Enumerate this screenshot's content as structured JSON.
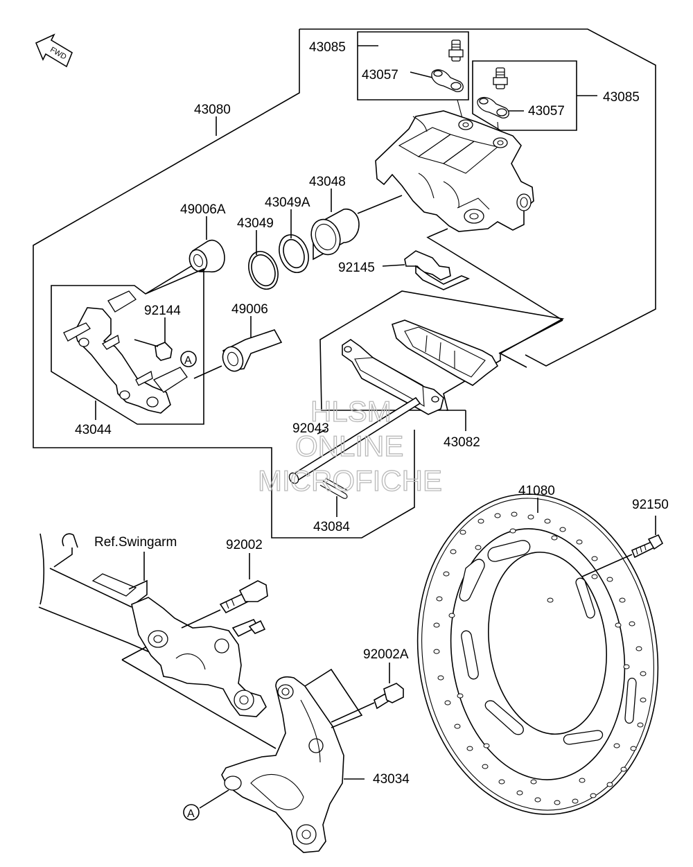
{
  "fwd_label": "FWD",
  "watermark": {
    "line1": "HLSM",
    "line2": "ONLINE",
    "line3": "MICROFICHE"
  },
  "ref_label": "Ref.Swingarm",
  "callout": "A",
  "parts": {
    "p43085_top": "43085",
    "p43057_top": "43057",
    "p43085_right": "43085",
    "p43057_right": "43057",
    "p43080": "43080",
    "p43048": "43048",
    "p43049A": "43049A",
    "p49006A": "49006A",
    "p43049": "43049",
    "p92145": "92145",
    "p92144": "92144",
    "p49006": "49006",
    "p43044": "43044",
    "p92043": "92043",
    "p43082": "43082",
    "p43084": "43084",
    "p41080": "41080",
    "p92150": "92150",
    "p92002": "92002",
    "p92002A": "92002A",
    "p43034": "43034"
  }
}
